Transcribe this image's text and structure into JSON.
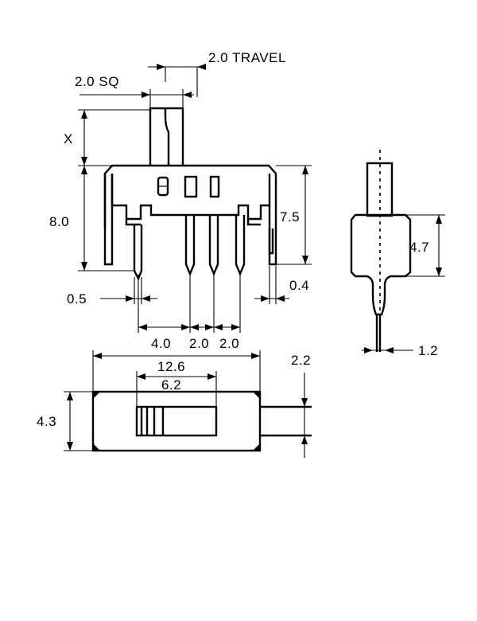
{
  "colors": {
    "line": "#000000",
    "background": "#ffffff"
  },
  "dimensions": {
    "travel": "2.0 TRAVEL",
    "actuator_square": "2.0 SQ",
    "actuator_height": "X",
    "overall_height": "8.0",
    "body_height": "7.5",
    "mount_pin_width": "0.5",
    "pin_thickness": "0.4",
    "pin_pitch_outer": "4.0",
    "pin_pitch_1": "2.0",
    "pin_pitch_2": "2.0",
    "side_body_height": "4.7",
    "side_pin_width": "1.2",
    "body_length": "12.6",
    "slot_length": "6.2",
    "body_width": "4.3",
    "actuator_width": "2.2"
  }
}
